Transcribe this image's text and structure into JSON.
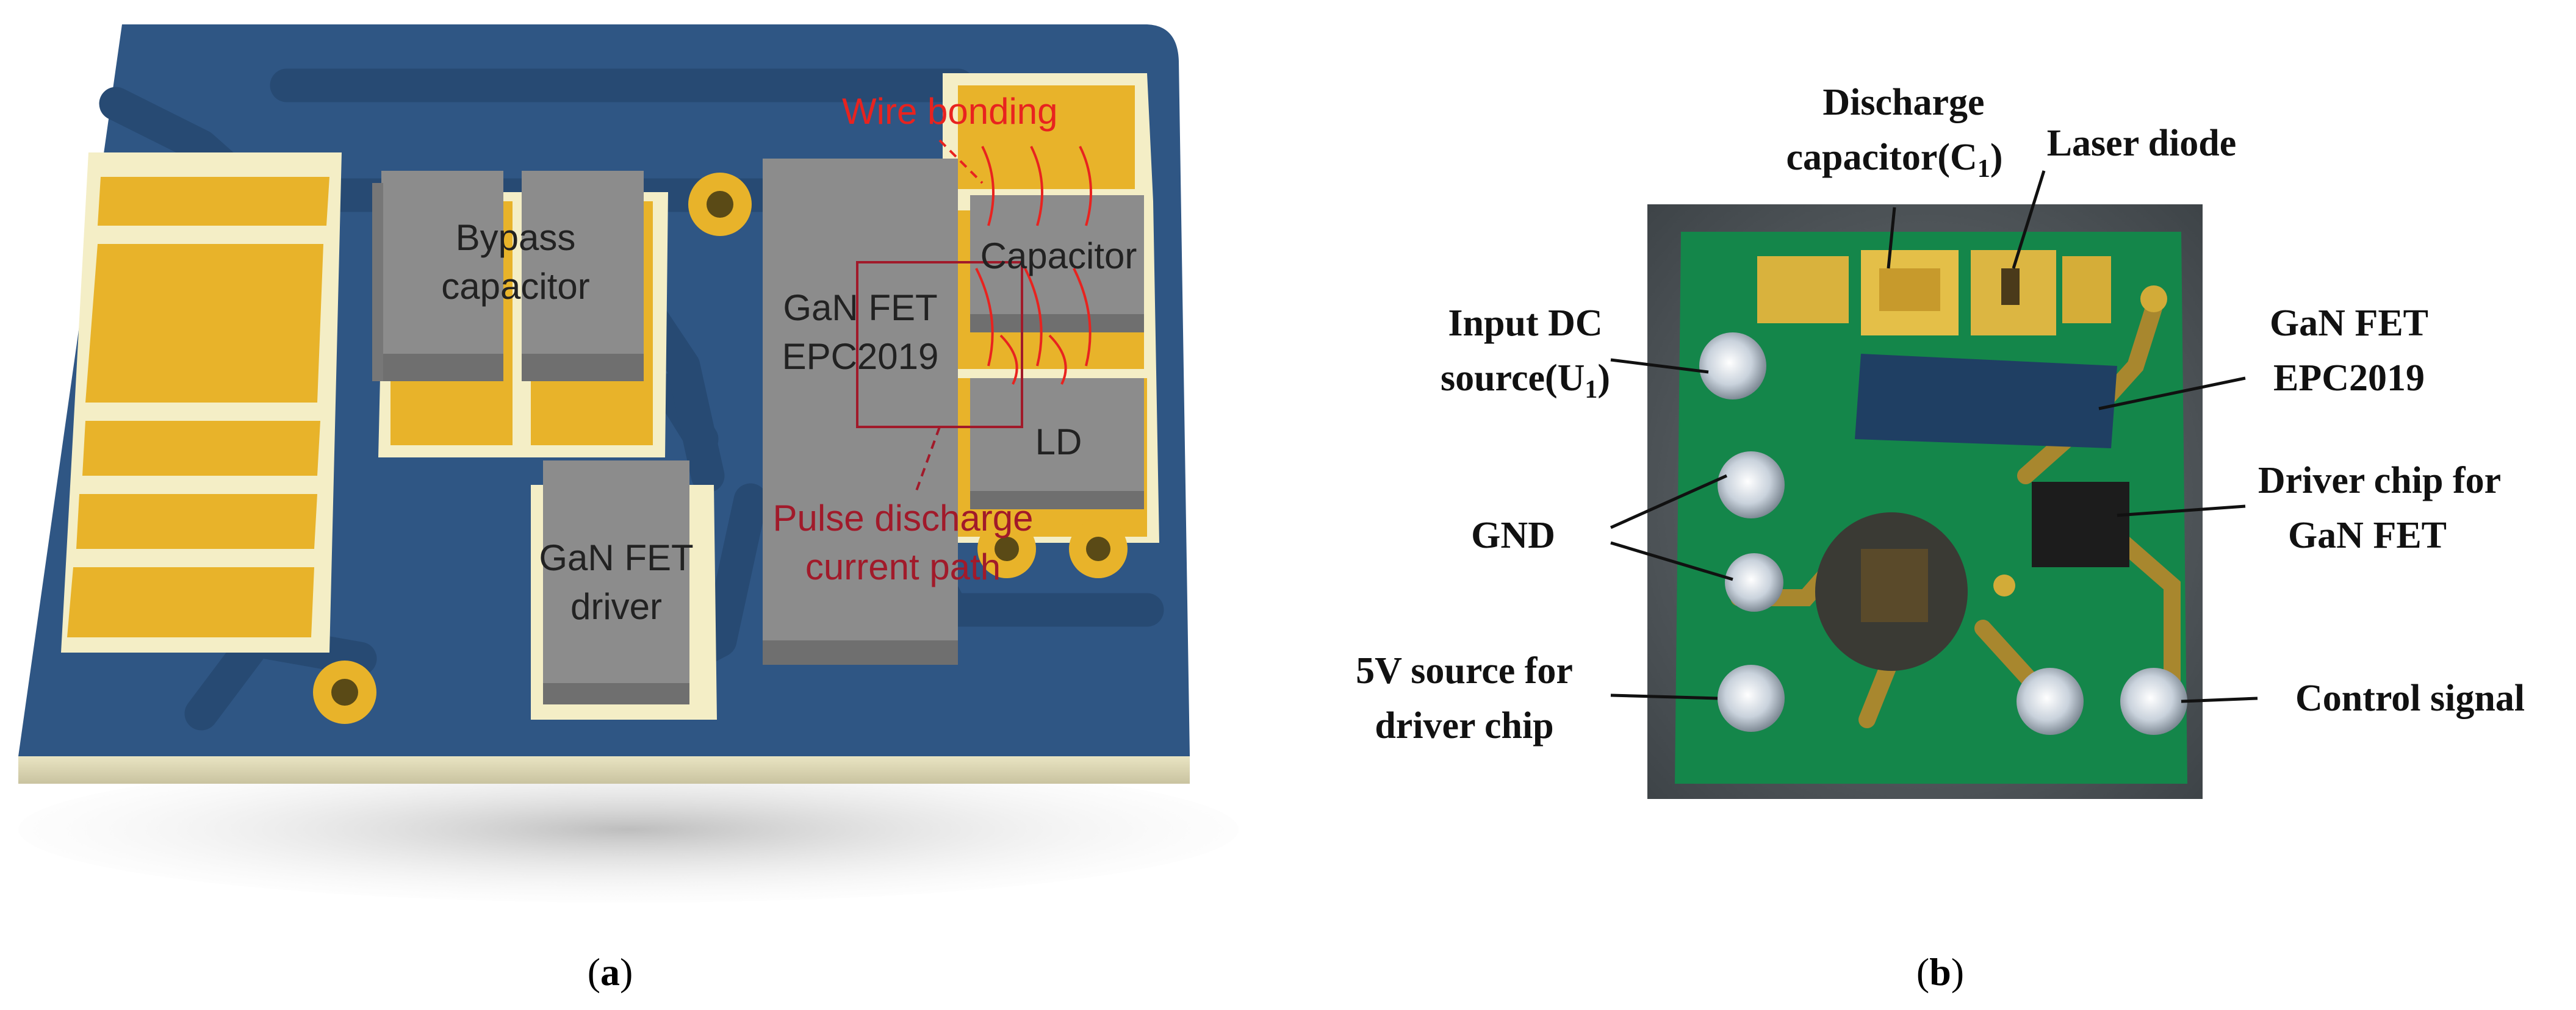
{
  "panel_a": {
    "caption_open": "(",
    "caption_letter": "a",
    "caption_close": ")",
    "wire_bonding": "Wire bonding",
    "bypass_line1": "Bypass",
    "bypass_line2": "capacitor",
    "gan_fet_line1": "GaN FET",
    "gan_fet_line2": "EPC2019",
    "capacitor": "Capacitor",
    "ld": "LD",
    "pulse_line1": "Pulse discharge",
    "pulse_line2": "current path",
    "driver_line1": "GaN FET",
    "driver_line2": "driver"
  },
  "panel_b": {
    "caption_open": "(",
    "caption_letter": "b",
    "caption_close": ")",
    "discharge_line1": "Discharge",
    "discharge_line2_pre": "capacitor(C",
    "discharge_line2_sub": "1",
    "discharge_line2_post": ")",
    "laser_diode": "Laser diode",
    "input_line1": "Input DC",
    "input_line2_pre": "source(U",
    "input_line2_sub": "1",
    "input_line2_post": ")",
    "gan_fet_line1": "GaN FET",
    "gan_fet_line2": "EPC2019",
    "driver_chip_line1": "Driver chip for",
    "driver_chip_line2": "GaN FET",
    "gnd": "GND",
    "source5v_line1": "5V source for",
    "source5v_line2": "driver chip",
    "control_signal": "Control signal"
  },
  "colors": {
    "board_blue": "#2f5684",
    "pad_gold": "#e8b32a",
    "pad_cream": "#f4eec6",
    "component_gray": "#8c8c8c",
    "annotation_red": "#e8231f",
    "annotation_darkred": "#a11a2a",
    "pcb_green": "#14864a"
  }
}
